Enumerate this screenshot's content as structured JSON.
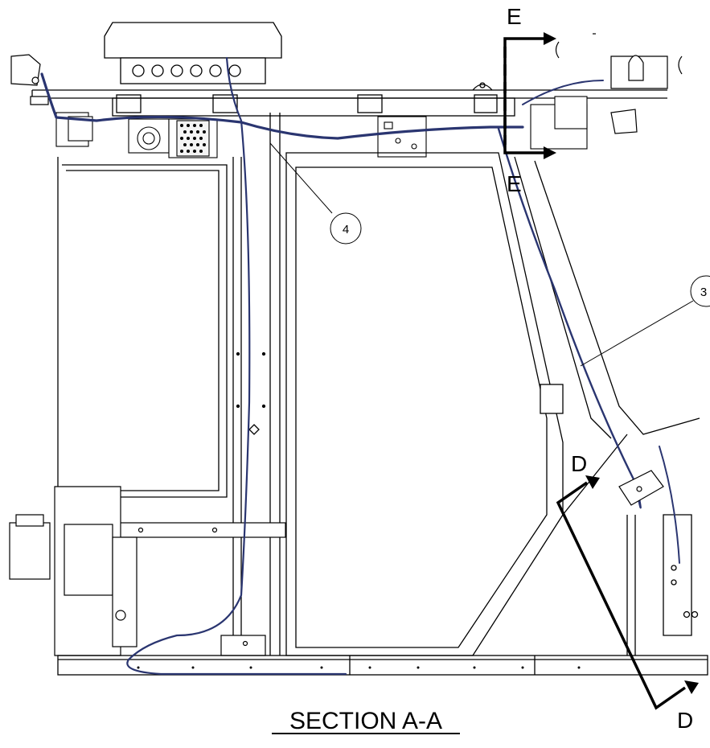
{
  "section_title": "SECTION A-A",
  "callouts": {
    "harness_4": "4",
    "harness_3": "3"
  },
  "section_marks": {
    "e_top": "E",
    "e_bottom": "E",
    "d_top": "D",
    "d_bottom": "D"
  },
  "colors": {
    "line": "#000000",
    "harness": "#2a3570",
    "background": "#ffffff"
  }
}
